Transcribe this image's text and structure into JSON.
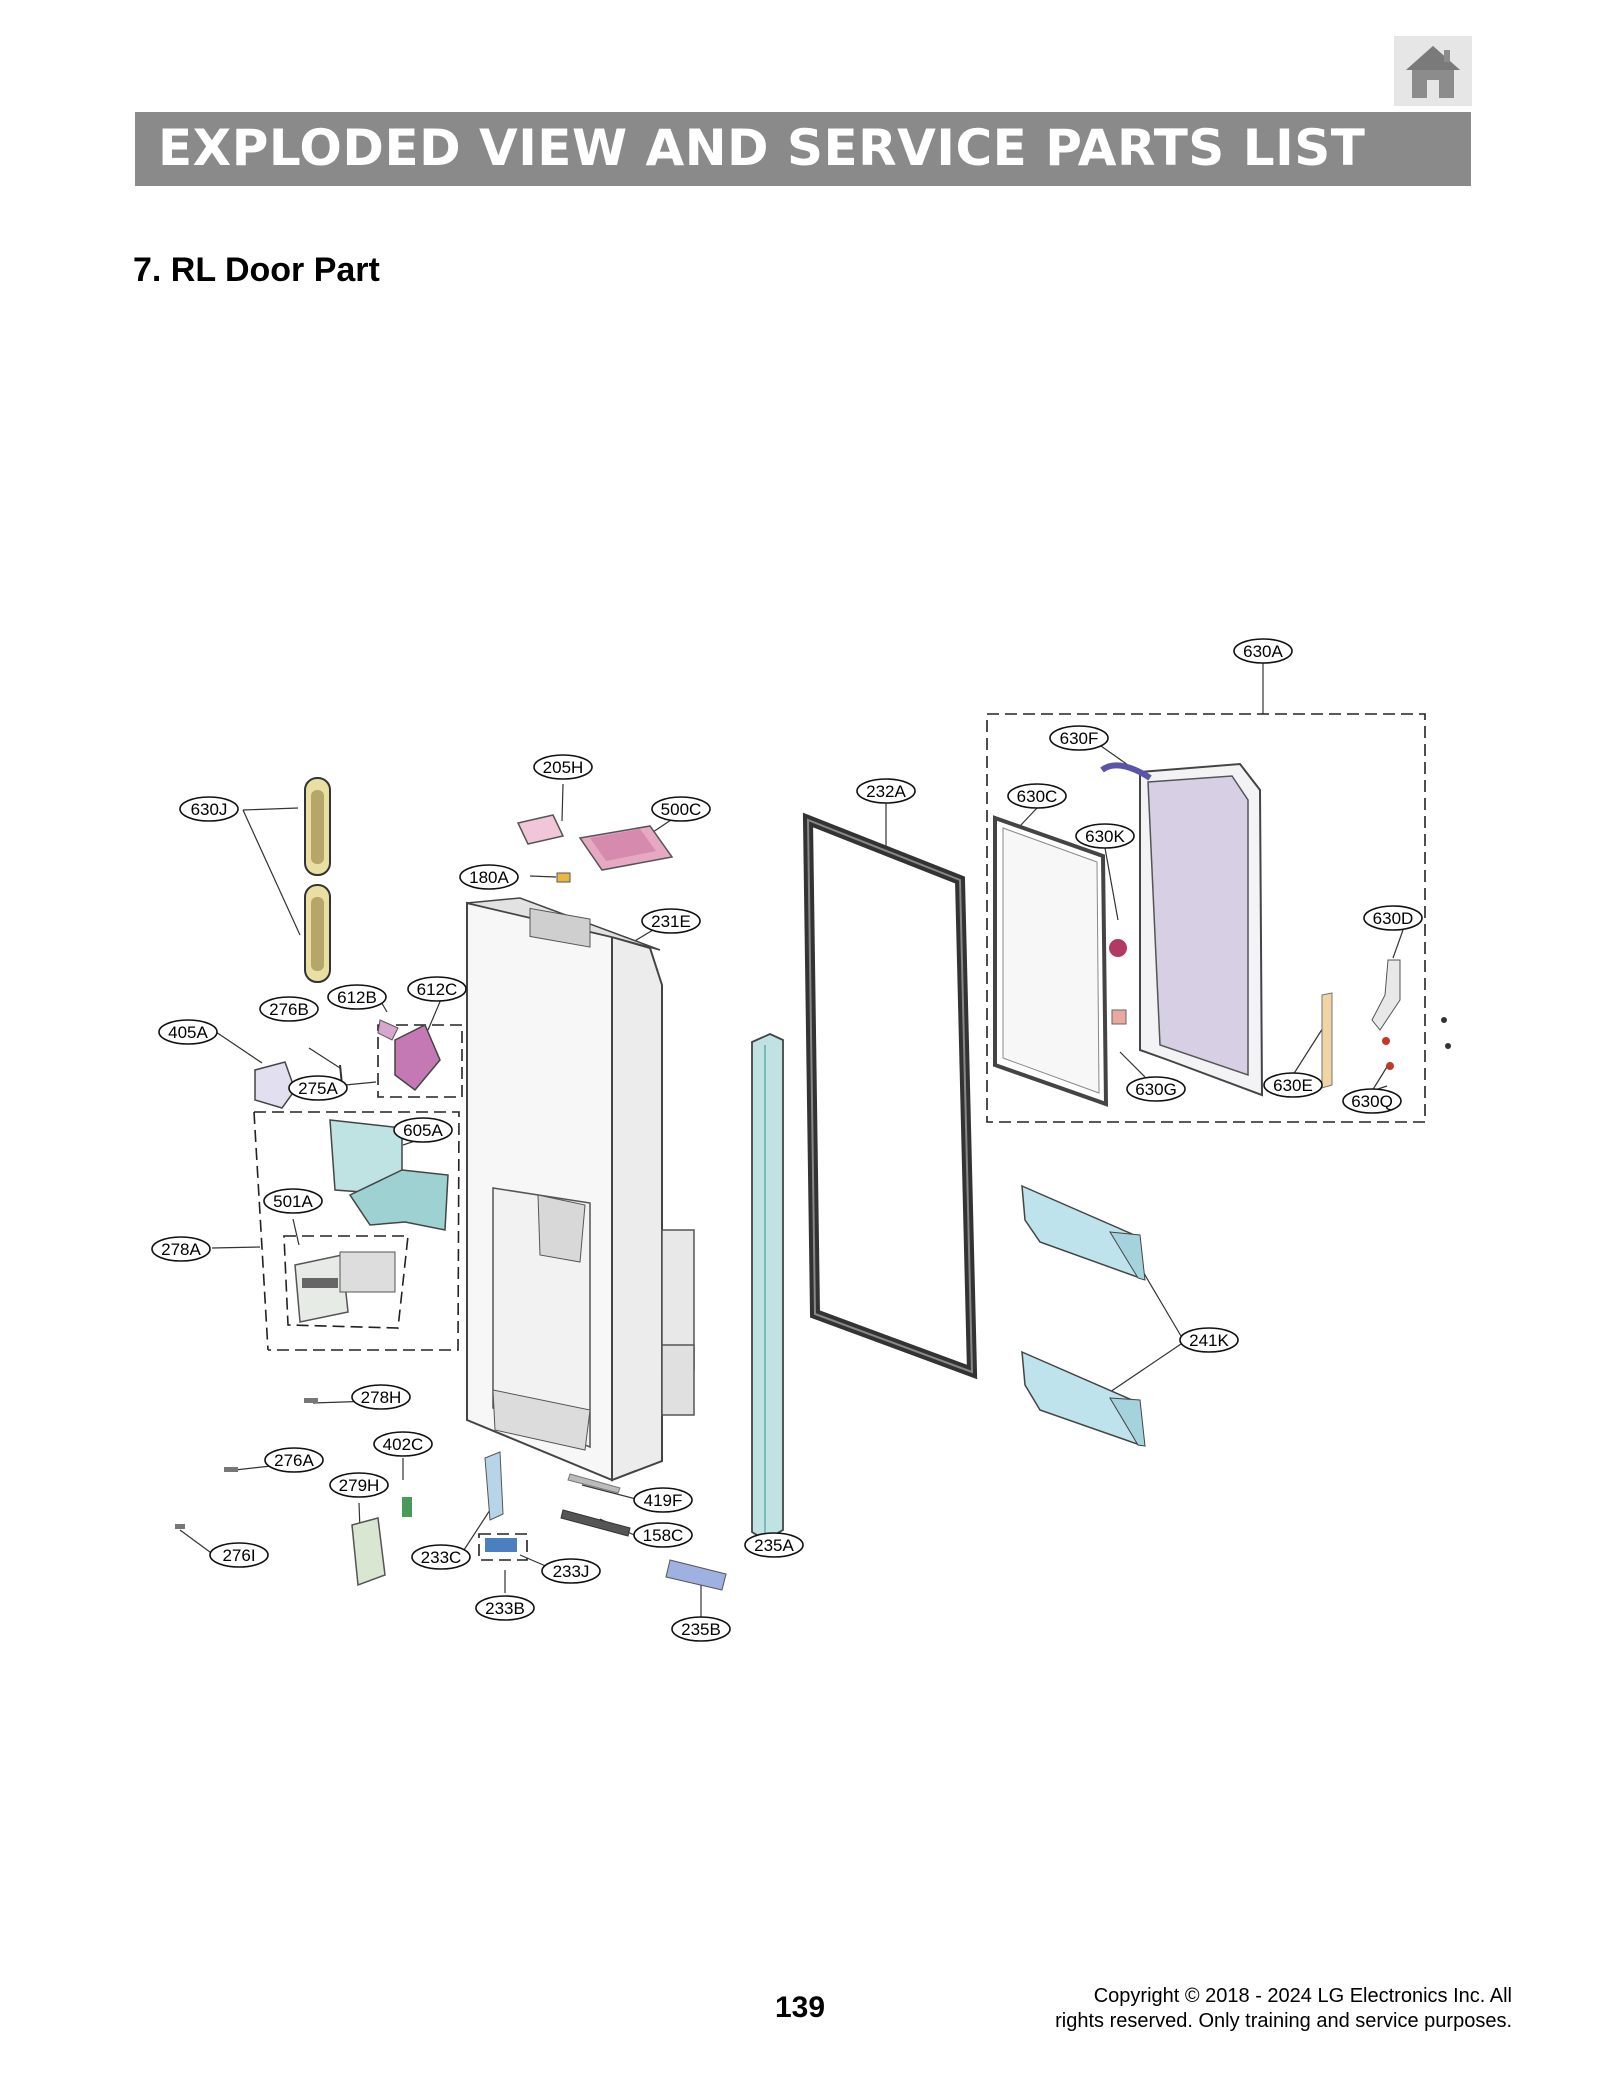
{
  "header": {
    "title": "EXPLODED VIEW AND SERVICE PARTS LIST",
    "home_icon": "home-icon"
  },
  "section": {
    "heading": "7. RL Door Part"
  },
  "callouts": {
    "630A": "630A",
    "630F": "630F",
    "630C": "630C",
    "630K": "630K",
    "630D": "630D",
    "630G": "630G",
    "630E": "630E",
    "630Q": "630Q",
    "205H": "205H",
    "500C": "500C",
    "180A": "180A",
    "231E": "231E",
    "232A": "232A",
    "630J": "630J",
    "612B": "612B",
    "612C": "612C",
    "276B": "276B",
    "405A": "405A",
    "275A": "275A",
    "605A": "605A",
    "501A": "501A",
    "278A": "278A",
    "241K": "241K",
    "278H": "278H",
    "402C": "402C",
    "276A": "276A",
    "279H": "279H",
    "419F": "419F",
    "158C": "158C",
    "235A": "235A",
    "276I": "276I",
    "233C": "233C",
    "233J": "233J",
    "233B": "233B",
    "235B": "235B"
  },
  "footer": {
    "page_number": "139",
    "copyright_line1": "Copyright © 2018 - 2024 LG Electronics Inc. All",
    "copyright_line2": "rights reserved. Only training and service purposes."
  },
  "colors": {
    "banner": "#8a8a8a",
    "banner_text": "#ffffff",
    "home_button": "#e6e6e6",
    "part_teal": "#bfe3e3",
    "part_pink": "#e7a8c4",
    "part_purple": "#c6b4d8",
    "part_blue": "#9fb1e0",
    "part_gold": "#e9dfa3",
    "part_green": "#d8e6d2"
  }
}
